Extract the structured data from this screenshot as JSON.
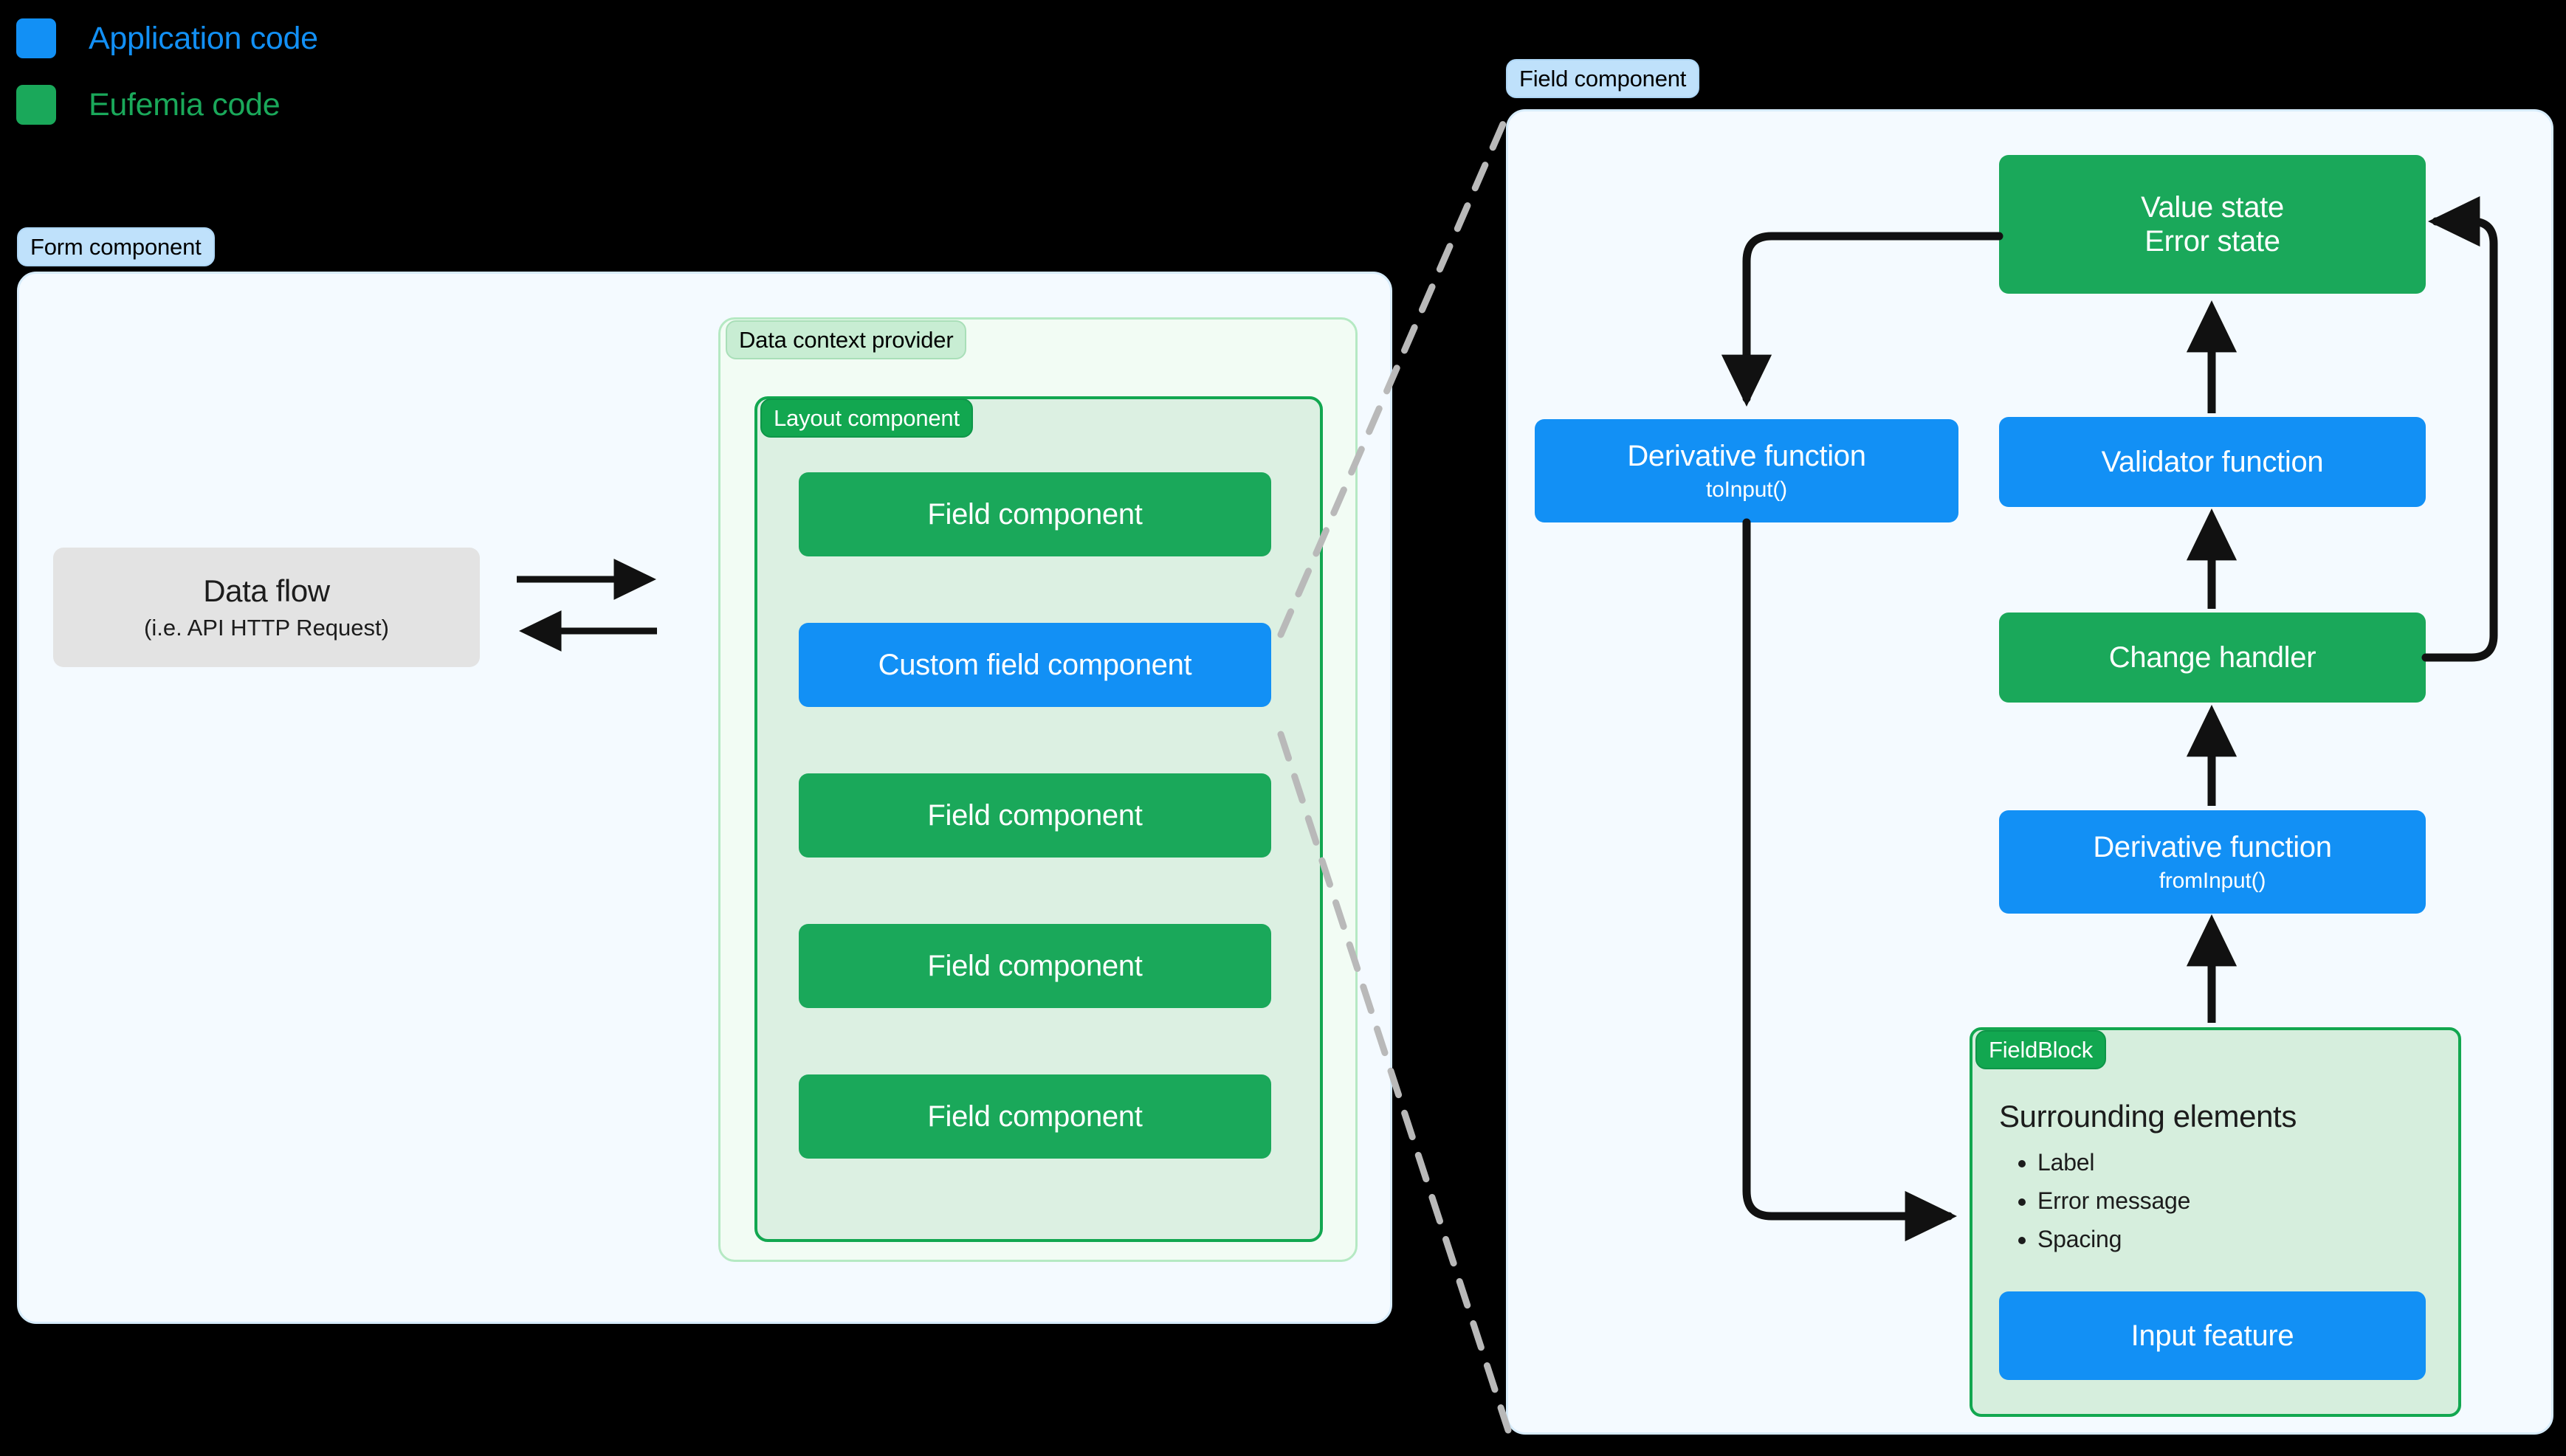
{
  "legend": {
    "items": [
      {
        "label": "Application code",
        "color": "#1290f5",
        "icon": "blue-square-swatch"
      },
      {
        "label": "Eufemia code",
        "color": "#1aa85a",
        "icon": "green-square-swatch"
      }
    ]
  },
  "form_panel": {
    "badge": "Form component",
    "data_flow": {
      "title": "Data flow",
      "subtitle": "(i.e. API HTTP Request)"
    },
    "arrows": {
      "to_form": "arrow-right",
      "from_form": "arrow-left"
    },
    "data_context_provider": {
      "badge": "Data context provider",
      "layout_component": {
        "badge": "Layout component",
        "fields": [
          {
            "label": "Field component",
            "kind": "eufemia"
          },
          {
            "label": "Custom field component",
            "kind": "application"
          },
          {
            "label": "Field component",
            "kind": "eufemia"
          },
          {
            "label": "Field component",
            "kind": "eufemia"
          },
          {
            "label": "Field component",
            "kind": "eufemia"
          }
        ]
      }
    }
  },
  "field_panel": {
    "badge": "Field component",
    "value_state": {
      "line1": "Value state",
      "line2": "Error state",
      "kind": "eufemia"
    },
    "to_input": {
      "title": "Derivative function",
      "subtitle": "toInput()",
      "kind": "application"
    },
    "validator": {
      "title": "Validator function",
      "kind": "application"
    },
    "change_handler": {
      "title": "Change handler",
      "kind": "eufemia"
    },
    "from_input": {
      "title": "Derivative function",
      "subtitle": "fromInput()",
      "kind": "application"
    },
    "field_block": {
      "badge": "FieldBlock",
      "surrounding": {
        "heading": "Surrounding elements",
        "items": [
          "Label",
          "Error message",
          "Spacing"
        ]
      },
      "input_feature": {
        "title": "Input feature",
        "kind": "application"
      }
    }
  },
  "colors": {
    "application": "#1290f5",
    "eufemia": "#1aa85a",
    "panel_bg": "#f4faff",
    "panel_border": "#d7ecfb",
    "badge_blue": "#bfe1fb",
    "dcp_bg": "#f2fcf4",
    "dcp_border": "#b5e9c3",
    "layout_bg": "#dcf0e2",
    "layout_border": "#12a750",
    "fieldblock_bg": "#d6eedd",
    "dataflow_bg": "#e3e3e3",
    "connector": "#111111",
    "zoom_line": "#b9b9b9",
    "background": "#000000"
  }
}
